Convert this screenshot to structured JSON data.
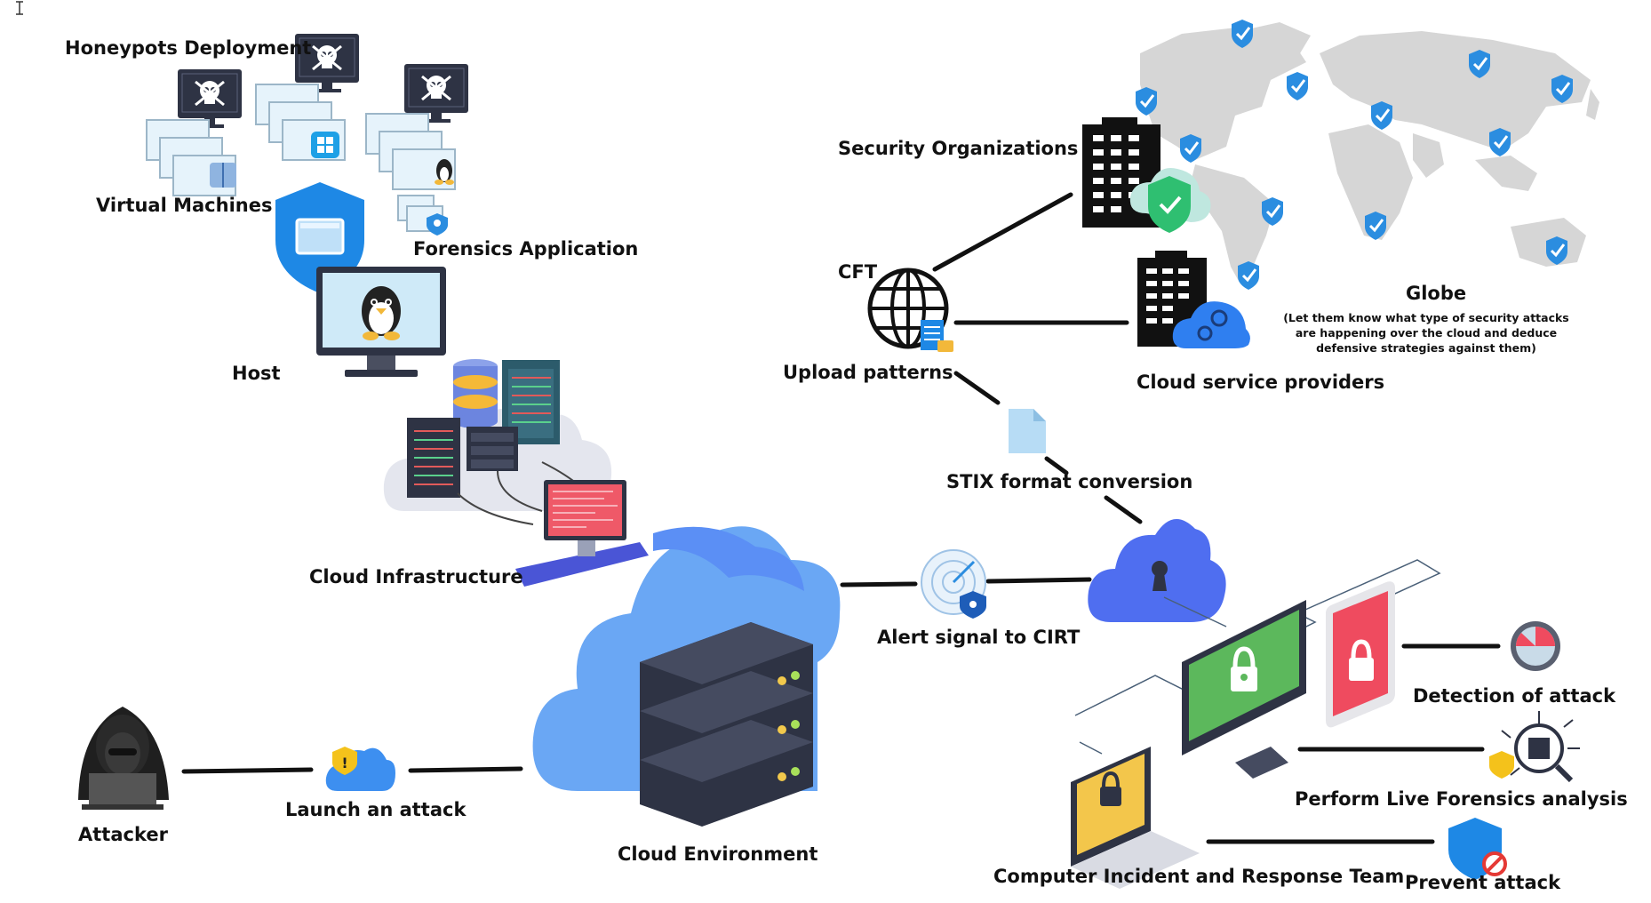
{
  "labels": {
    "honeypots": "Honeypots Deployment",
    "virtual_machines": "Virtual Machines",
    "forensics_app": "Forensics Application",
    "host": "Host",
    "cloud_infrastructure": "Cloud Infrastructure",
    "attacker": "Attacker",
    "launch_attack": "Launch an attack",
    "cloud_environment": "Cloud Environment",
    "alert_signal": "Alert signal to CIRT",
    "stix": "STIX format conversion",
    "upload_patterns": "Upload patterns",
    "cft": "CFT",
    "security_orgs": "Security Organizations",
    "cloud_providers": "Cloud service providers",
    "globe": "Globe",
    "globe_note": "(Let them know what type of security attacks are happening over the cloud and deduce defensive strategies against them)",
    "detection": "Detection of attack",
    "live_forensics": "Perform Live Forensics analysis",
    "cirt": "Computer Incident and Response Team",
    "prevent": "Prevent attack"
  },
  "colors": {
    "cloud_blue": "#5b8ff5",
    "dark": "#2e3344",
    "shield_blue": "#2b8de0",
    "screen_green": "#5cb85c",
    "phone_red": "#ef4b5f",
    "laptop_yellow": "#f3c64b",
    "map_gray": "#d6d6d6"
  }
}
